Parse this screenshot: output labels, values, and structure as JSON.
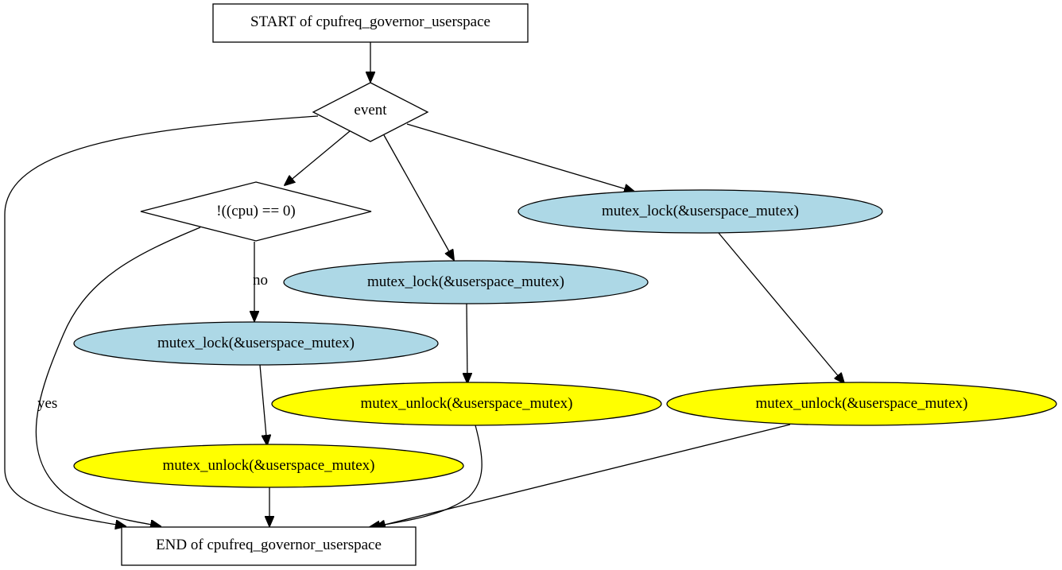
{
  "nodes": {
    "start": {
      "label": "START of cpufreq_governor_userspace",
      "shape": "box",
      "fill": "#ffffff"
    },
    "event": {
      "label": "event",
      "shape": "diamond",
      "fill": "#ffffff"
    },
    "cpu_check": {
      "label": "!((cpu) == 0)",
      "shape": "diamond",
      "fill": "#ffffff"
    },
    "lock_a": {
      "label": "mutex_lock(&userspace_mutex)",
      "shape": "ellipse",
      "fill": "#add8e6"
    },
    "lock_b": {
      "label": "mutex_lock(&userspace_mutex)",
      "shape": "ellipse",
      "fill": "#add8e6"
    },
    "lock_c": {
      "label": "mutex_lock(&userspace_mutex)",
      "shape": "ellipse",
      "fill": "#add8e6"
    },
    "unlock_a": {
      "label": "mutex_unlock(&userspace_mutex)",
      "shape": "ellipse",
      "fill": "#ffff00"
    },
    "unlock_b": {
      "label": "mutex_unlock(&userspace_mutex)",
      "shape": "ellipse",
      "fill": "#ffff00"
    },
    "unlock_c": {
      "label": "mutex_unlock(&userspace_mutex)",
      "shape": "ellipse",
      "fill": "#ffff00"
    },
    "end": {
      "label": "END of cpufreq_governor_userspace",
      "shape": "box",
      "fill": "#ffffff"
    }
  },
  "edges": [
    {
      "from": "start",
      "to": "event",
      "label": ""
    },
    {
      "from": "event",
      "to": "end",
      "label": ""
    },
    {
      "from": "event",
      "to": "cpu_check",
      "label": ""
    },
    {
      "from": "event",
      "to": "lock_b",
      "label": ""
    },
    {
      "from": "event",
      "to": "lock_c",
      "label": ""
    },
    {
      "from": "cpu_check",
      "to": "end",
      "label": "yes"
    },
    {
      "from": "cpu_check",
      "to": "lock_a",
      "label": "no"
    },
    {
      "from": "lock_a",
      "to": "unlock_a",
      "label": ""
    },
    {
      "from": "lock_b",
      "to": "unlock_b",
      "label": ""
    },
    {
      "from": "lock_c",
      "to": "unlock_c",
      "label": ""
    },
    {
      "from": "unlock_a",
      "to": "end",
      "label": ""
    },
    {
      "from": "unlock_b",
      "to": "end",
      "label": ""
    },
    {
      "from": "unlock_c",
      "to": "end",
      "label": ""
    }
  ],
  "edge_labels": {
    "yes": "yes",
    "no": "no"
  }
}
